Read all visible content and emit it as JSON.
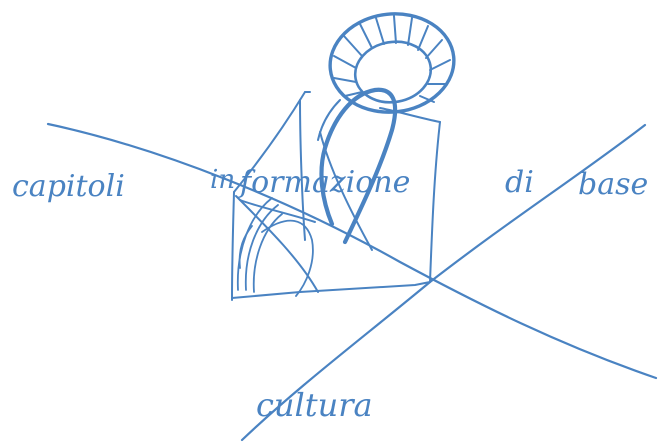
{
  "sketch": {
    "ink_color": "#4a83c2",
    "background_color": "#ffffff",
    "handwriting": {
      "top_line_part1": "capitoli",
      "top_line_part2": "in",
      "top_line_part3": "formazione",
      "top_line_part4": "di",
      "top_line_part5": "base",
      "bottom_word": "cultura"
    }
  }
}
